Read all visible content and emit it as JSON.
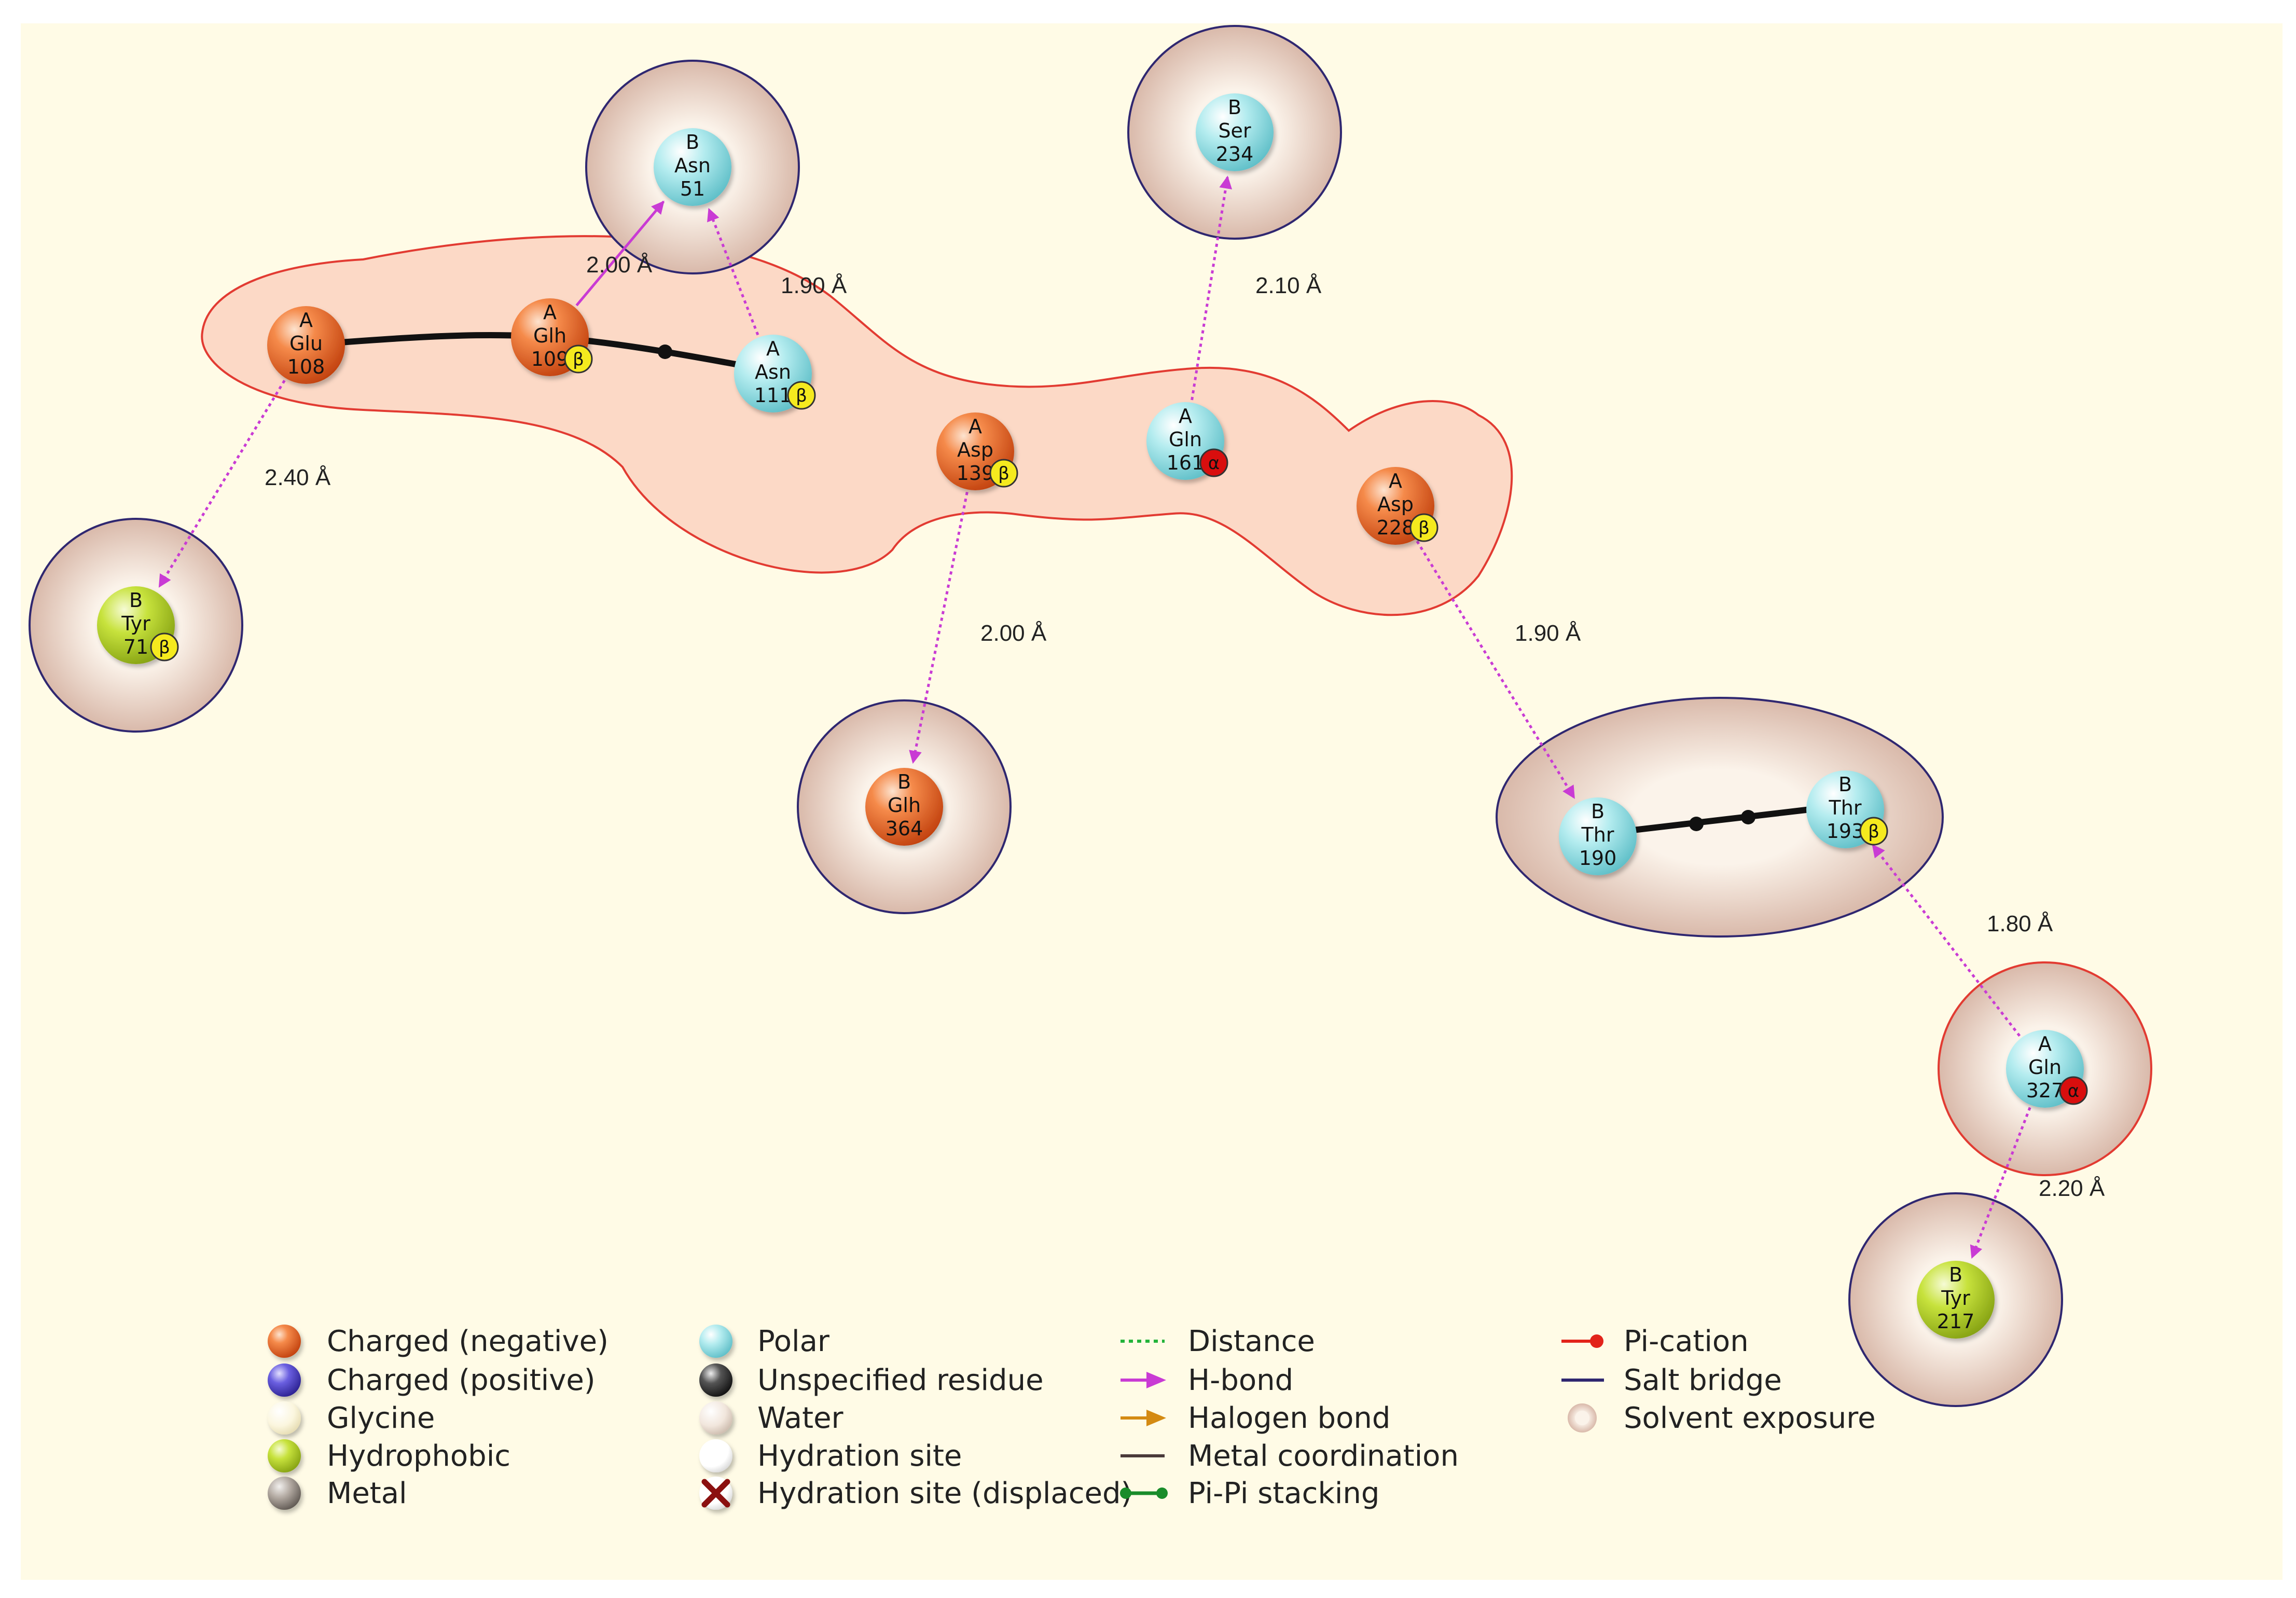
{
  "colors": {
    "background": "#fffbe6",
    "hydrophobic_patch_fill": "#fcd9c6",
    "hydrophobic_patch_stroke": "#e23b32",
    "exposure_fill": "#f4e3dc",
    "exposure_stroke_blue": "#2f2770",
    "exposure_stroke_red": "#e23b32",
    "hbond": "#c93bd4",
    "negative": "#ec6a2a",
    "polar": "#8fdce2",
    "hydrophobic": "#b6d52c",
    "beta_badge": "#f5ea1e",
    "alpha_badge": "#d90e0e"
  },
  "residues": [
    {
      "id": "A-Glu-108",
      "chain": "A",
      "name": "Glu",
      "num": "108",
      "type": "negative"
    },
    {
      "id": "A-Glh-109",
      "chain": "A",
      "name": "Glh",
      "num": "109",
      "type": "negative",
      "badge": "β"
    },
    {
      "id": "A-Asn-111",
      "chain": "A",
      "name": "Asn",
      "num": "111",
      "type": "polar",
      "badge": "β"
    },
    {
      "id": "A-Asp-139",
      "chain": "A",
      "name": "Asp",
      "num": "139",
      "type": "negative",
      "badge": "β"
    },
    {
      "id": "A-Gln-161",
      "chain": "A",
      "name": "Gln",
      "num": "161",
      "type": "polar",
      "badge": "α"
    },
    {
      "id": "A-Asp-228",
      "chain": "A",
      "name": "Asp",
      "num": "228",
      "type": "negative",
      "badge": "β"
    },
    {
      "id": "B-Asn-51",
      "chain": "B",
      "name": "Asn",
      "num": "51",
      "type": "polar"
    },
    {
      "id": "B-Ser-234",
      "chain": "B",
      "name": "Ser",
      "num": "234",
      "type": "polar"
    },
    {
      "id": "B-Tyr-71",
      "chain": "B",
      "name": "Tyr",
      "num": "71",
      "type": "hydrophobic",
      "badge": "β"
    },
    {
      "id": "B-Glh-364",
      "chain": "B",
      "name": "Glh",
      "num": "364",
      "type": "negative"
    },
    {
      "id": "B-Thr-190",
      "chain": "B",
      "name": "Thr",
      "num": "190",
      "type": "polar"
    },
    {
      "id": "B-Thr-193",
      "chain": "B",
      "name": "Thr",
      "num": "193",
      "type": "polar",
      "badge": "β"
    },
    {
      "id": "A-Gln-327",
      "chain": "A",
      "name": "Gln",
      "num": "327",
      "type": "polar",
      "badge": "α"
    },
    {
      "id": "B-Tyr-217",
      "chain": "B",
      "name": "Tyr",
      "num": "217",
      "type": "hydrophobic"
    }
  ],
  "hbonds": [
    {
      "from": "A-Glh-109",
      "to": "B-Asn-51",
      "label": "2.00 Å"
    },
    {
      "from": "A-Asn-111",
      "to": "B-Asn-51",
      "label": "1.90 Å"
    },
    {
      "from": "A-Gln-161",
      "to": "B-Ser-234",
      "label": "2.10 Å"
    },
    {
      "from": "A-Glu-108",
      "to": "B-Tyr-71",
      "label": "2.40 Å"
    },
    {
      "from": "A-Asp-139",
      "to": "B-Glh-364",
      "label": "2.00 Å"
    },
    {
      "from": "A-Asp-228",
      "to": "B-Thr-190",
      "label": "1.90 Å"
    },
    {
      "from": "A-Gln-327",
      "to": "B-Thr-193",
      "label": "1.80 Å"
    },
    {
      "from": "A-Gln-327",
      "to": "B-Tyr-217",
      "label": "2.20 Å"
    }
  ],
  "legend": {
    "col1": [
      "Charged (negative)",
      "Charged (positive)",
      "Glycine",
      "Hydrophobic",
      "Metal"
    ],
    "col2": [
      "Polar",
      "Unspecified residue",
      "Water",
      "Hydration site",
      "Hydration site (displaced)"
    ],
    "col3": [
      "Distance",
      "H-bond",
      "Halogen bond",
      "Metal coordination",
      "Pi-Pi stacking"
    ],
    "col4": [
      "Pi-cation",
      "Salt bridge",
      "Solvent exposure"
    ]
  }
}
